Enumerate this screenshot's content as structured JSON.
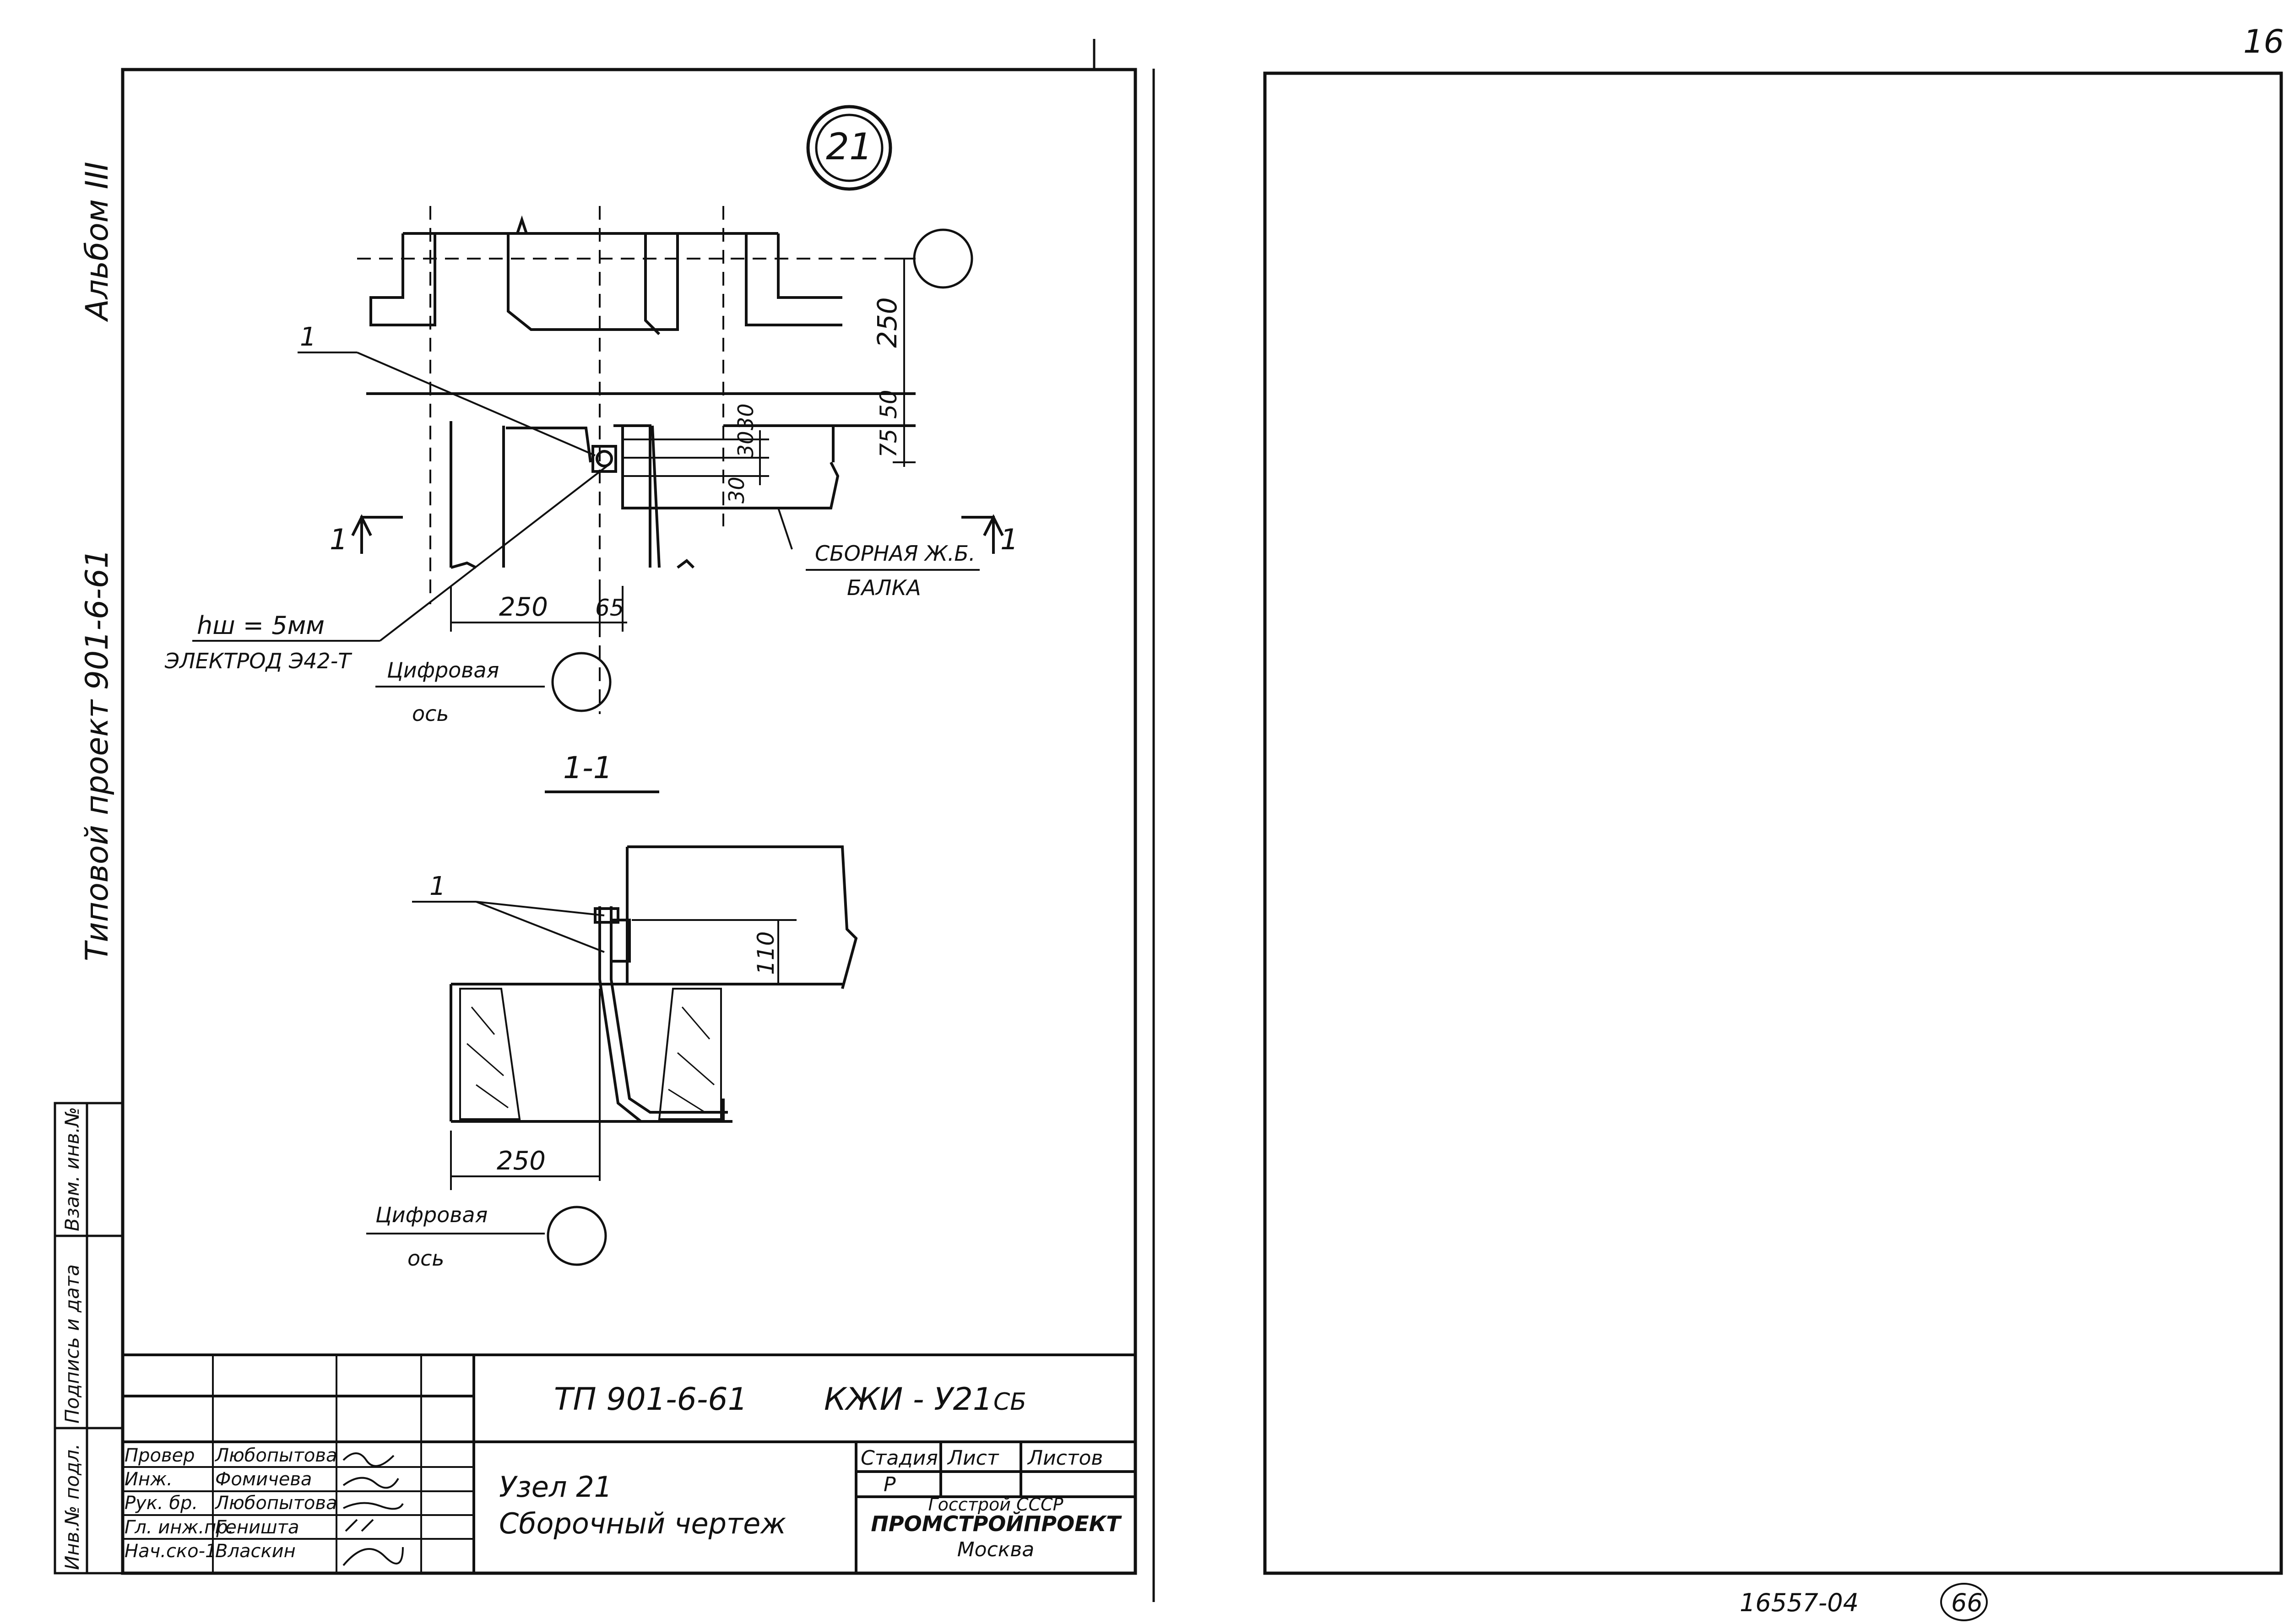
{
  "node_number": "21",
  "side_stamp": {
    "album": "Альбом III",
    "project": "Типовой проект 901-6-61",
    "inv_orig": "Инв.№ подл.",
    "sign_date": "Подпись и дата",
    "inv_repl": "Взам. инв.№"
  },
  "plan": {
    "dims": {
      "d250v": "250",
      "d50": "50",
      "d75": "75",
      "d30a": "30",
      "d30b": "30",
      "d30c": "30",
      "d250h": "250",
      "d65": "65"
    },
    "leader_1": "1",
    "section_left": "1",
    "section_right": "1",
    "weld_size": "hш = 5мм",
    "electrode": "ЭЛЕКТРОД Э42-Т",
    "axis_label_1": "Цифровая",
    "axis_label_2": "ось",
    "beam_label_1": "СБОРНАЯ Ж.Б.",
    "beam_label_2": "БАЛКА"
  },
  "section": {
    "title": "1-1",
    "leader_1": "1",
    "dim_110": "110",
    "dim_250": "250",
    "axis_label_1": "Цифровая",
    "axis_label_2": "ось"
  },
  "title_block": {
    "code": "ТП 901-6-61",
    "mark": "КЖИ - У21",
    "mark_suffix": "СБ",
    "roles": [
      "Провер",
      "Инж.",
      "Рук. бр.",
      "Гл. инж.пр.",
      "Нач.ско-1"
    ],
    "names": [
      "Любопытова",
      "Фомичева",
      "Любопытова",
      "Геништа",
      "Власкин"
    ],
    "title_line1": "Узел 21",
    "title_line2": "Сборочный чертеж",
    "stage_header": "Стадия",
    "sheet_header": "Лист",
    "sheets_header": "Листов",
    "stage_value": "Р",
    "org_line1": "Госстрой СССР",
    "org_line2": "ПРОМСТРОЙПРОЕКТ",
    "org_line3": "Москва"
  },
  "footer": {
    "archive_no": "16557-04",
    "page_no": "66"
  },
  "corner_mark": "16"
}
